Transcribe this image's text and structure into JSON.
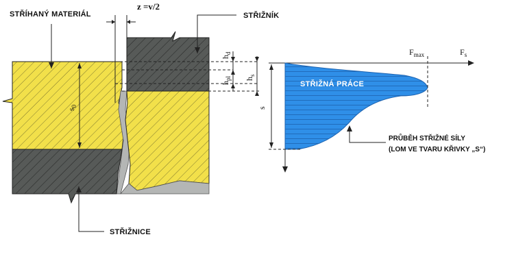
{
  "labels": {
    "material": "STŘÍHANÝ MATERIÁL",
    "punch": "STŘIŽNÍK",
    "die": "STŘIŽNICE",
    "clearance": "z =v/2",
    "work": "STŘIŽNÁ PRÁCE",
    "force_line1": "PRŮBĚH STŘIŽNÉ SÍLY",
    "force_line2": "(LOM VE TVARU KŘIVKY „S“)"
  },
  "symbols": {
    "thickness_main": "s",
    "thickness_sub": "0",
    "hd_main": "h",
    "hd_sub": "d",
    "hpl_main": "h",
    "hpl_sub": "pl",
    "hs_main": "h",
    "hs_sub": "s",
    "fmax_main": "F",
    "fmax_sub": "max",
    "fs_main": "F",
    "fs_sub": "s",
    "s_axis": "s"
  },
  "colors": {
    "material_fill": "#f2e04a",
    "tool_fill": "#575a58",
    "fracture_fill": "#b4b6b5",
    "curve_fill": "#2f8fe8",
    "line": "#222222"
  }
}
